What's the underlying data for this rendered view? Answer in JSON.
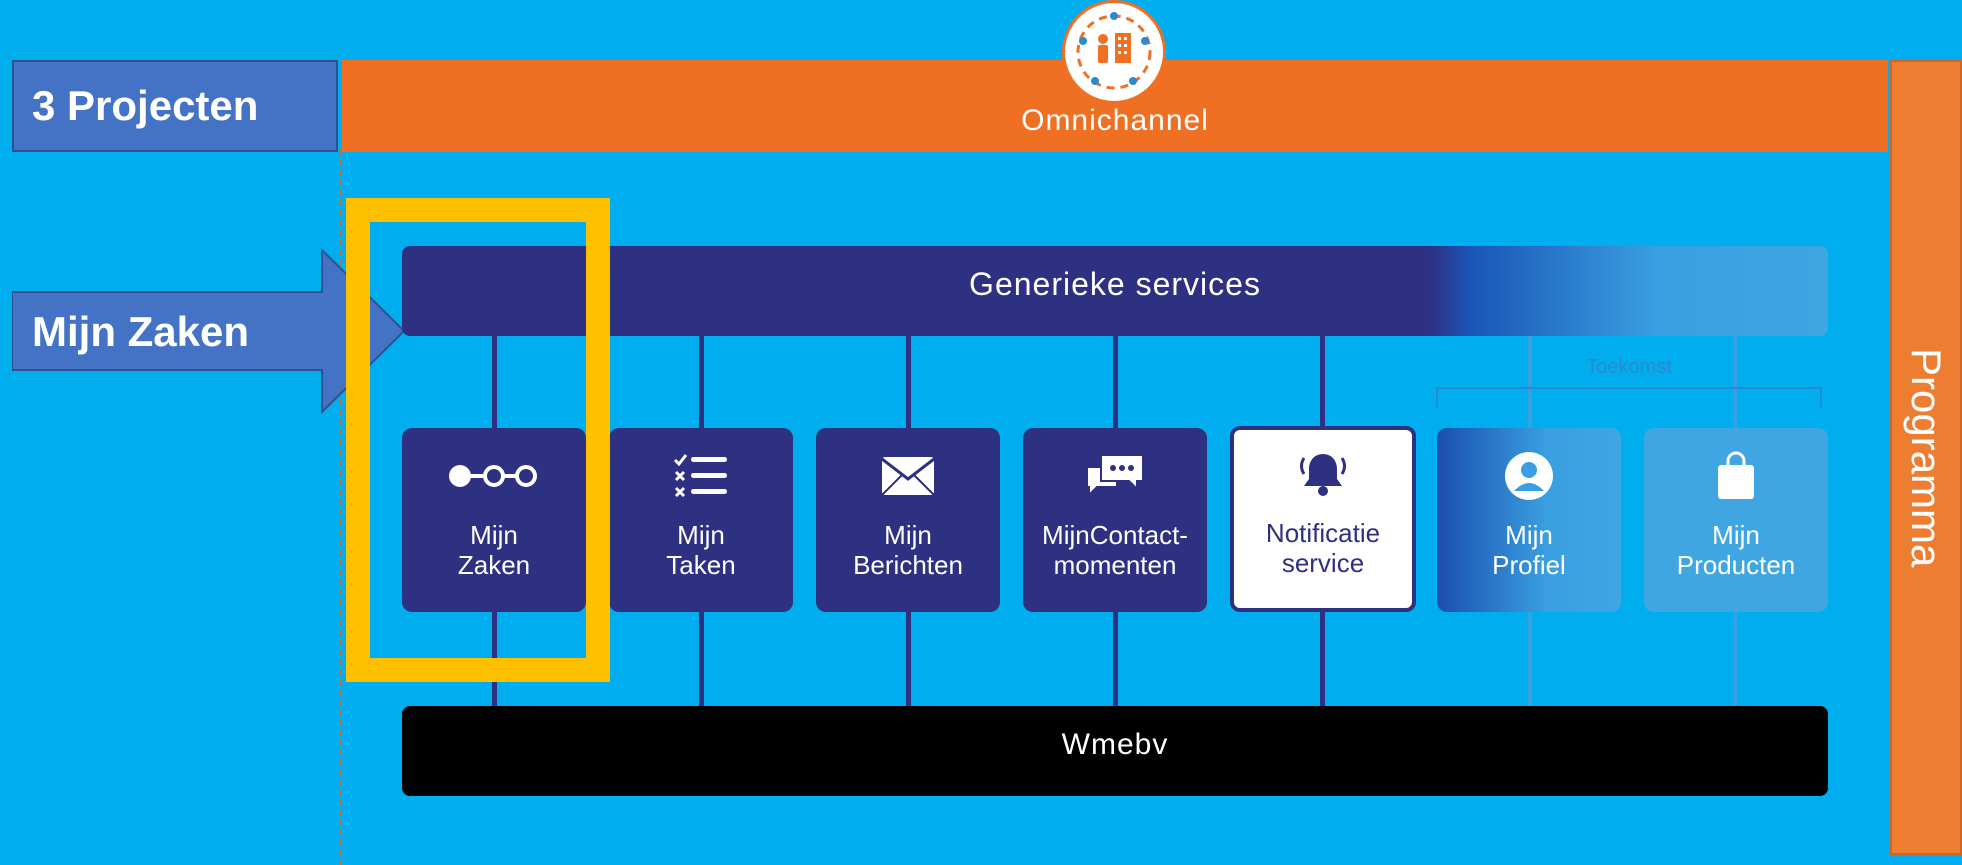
{
  "left_labels": {
    "projecten": "3 Projecten",
    "mijn_zaken": "Mijn Zaken"
  },
  "omnichannel": {
    "label": "Omnichannel"
  },
  "programma": {
    "label": "Programma"
  },
  "services": {
    "label": "Generieke services"
  },
  "toekomst": {
    "label": "Toekomst"
  },
  "cards": [
    {
      "line1": "Mijn",
      "line2": "Zaken",
      "icon": "process-dots-icon"
    },
    {
      "line1": "Mijn",
      "line2": "Taken",
      "icon": "checklist-icon"
    },
    {
      "line1": "Mijn",
      "line2": "Berichten",
      "icon": "envelope-icon"
    },
    {
      "line1": "MijnContact-",
      "line2": "momenten",
      "icon": "chat-bubbles-icon"
    },
    {
      "line1": "Notificatie",
      "line2": "service",
      "icon": "bell-icon"
    },
    {
      "line1": "Mijn",
      "line2": "Profiel",
      "icon": "user-icon"
    },
    {
      "line1": "Mijn",
      "line2": "Producten",
      "icon": "shopping-bag-icon"
    }
  ],
  "wmebv": {
    "label": "Wmebv"
  },
  "colors": {
    "background": "#00aeef",
    "navy": "#2e3081",
    "orange": "#ef7022",
    "highlight": "#ffc000",
    "label_blue": "#4472c4"
  }
}
